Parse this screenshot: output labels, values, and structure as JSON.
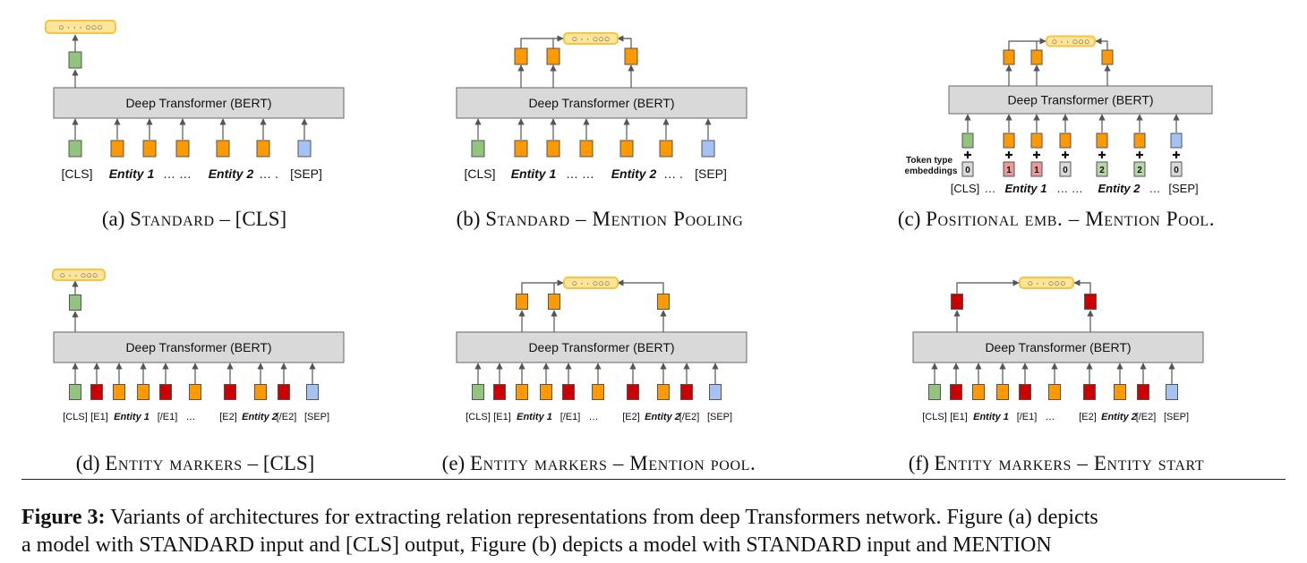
{
  "colors": {
    "cls": "#93c47d",
    "entity": "#ff9900",
    "marker": "#cc0000",
    "sep": "#a4c2f4",
    "output": "#ffe599",
    "output_border": "#f6c343",
    "transformer": "#d9d9d9",
    "pink_token_type": "#ea9999",
    "green_token_type": "#b6d7a8"
  },
  "transformer_label": "Deep Transformer (BERT)",
  "panels": [
    {
      "id": "a",
      "caption_prefix": "(a) ",
      "caption_sc": "Standard",
      "caption_suffix": " – [CLS]",
      "output_dots": "○ · · · ○○○",
      "tokens": [
        "[CLS]",
        "Entity 1",
        "…  …",
        "Entity 2",
        "… .",
        "[SEP]"
      ]
    },
    {
      "id": "b",
      "caption_prefix": "(b) ",
      "caption_sc": "Standard – Mention Pooling",
      "caption_suffix": "",
      "output_dots": "○ · · ○○○",
      "tokens": [
        "[CLS]",
        "Entity 1",
        "…  …",
        "Entity 2",
        "… .",
        "[SEP]"
      ]
    },
    {
      "id": "c",
      "caption_prefix": "(c) ",
      "caption_sc": "Positional emb. – Mention Pool.",
      "caption_suffix": "",
      "output_dots": "○ · · ○○○",
      "token_type_label_1": "Token type",
      "token_type_label_2": "embeddings",
      "token_type_values": [
        "0",
        "1",
        "1",
        "0",
        "2",
        "2",
        "0"
      ],
      "tokens": [
        "[CLS]",
        "…",
        "Entity 1",
        "…  …",
        "Entity 2",
        "…",
        "[SEP]"
      ]
    },
    {
      "id": "d",
      "caption_prefix": "(d) ",
      "caption_sc": "Entity markers",
      "caption_suffix": " – [CLS]",
      "output_dots": "○ · · ○○○",
      "tokens": [
        "[CLS]",
        "[E1]",
        "Entity 1",
        "[/E1]",
        "…",
        "[E2]",
        "Entity 2",
        "[/E2]",
        "[SEP]"
      ]
    },
    {
      "id": "e",
      "caption_prefix": "(e) ",
      "caption_sc": "Entity markers – Mention pool.",
      "caption_suffix": "",
      "output_dots": "○ · · ○○○",
      "tokens": [
        "[CLS]",
        "[E1]",
        "Entity 1",
        "[/E1]",
        "…",
        "[E2]",
        "Entity 2",
        "[/E2]",
        "[SEP]"
      ]
    },
    {
      "id": "f",
      "caption_prefix": "(f) ",
      "caption_sc": "Entity markers – Entity start",
      "caption_suffix": "",
      "output_dots": "○ · · ○○○",
      "tokens": [
        "[CLS]",
        "[E1]",
        "Entity 1",
        "[/E1]",
        "…",
        "[E2]",
        "Entity 2",
        "[/E2]",
        "[SEP]"
      ]
    }
  ],
  "figure_caption": {
    "label": "Figure 3:",
    "line1": " Variants of architectures for extracting relation representations from deep Transformers network. Figure (a) depicts",
    "line2": "a model with STANDARD input and [CLS] output, Figure (b) depicts a model with STANDARD input and MENTION"
  }
}
